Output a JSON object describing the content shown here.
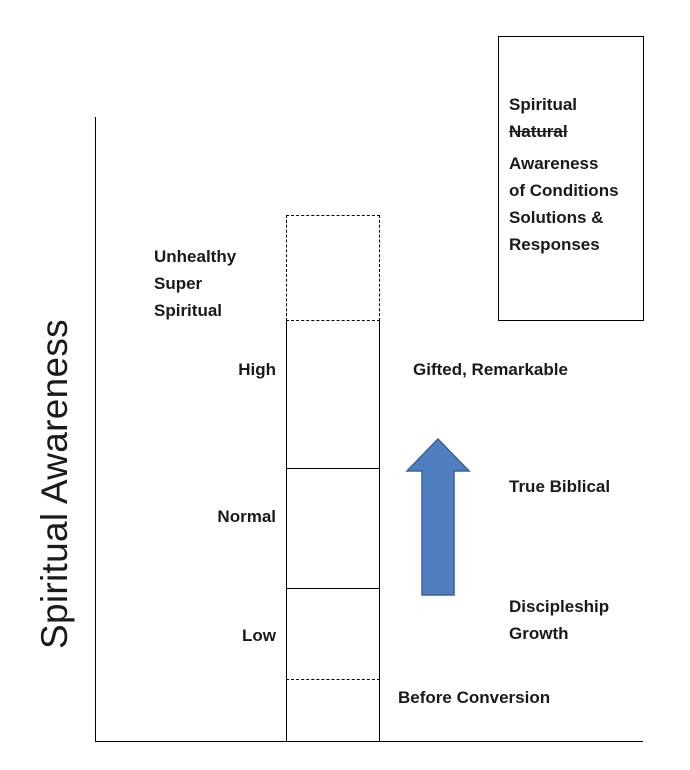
{
  "axis": {
    "y_title": "Spiritual Awareness"
  },
  "levels": {
    "unhealthy": [
      "Unhealthy",
      "Super",
      "Spiritual"
    ],
    "high": "High",
    "normal": "Normal",
    "low": "Low"
  },
  "descriptions": {
    "gifted": "Gifted, Remarkable",
    "true_biblical": "True Biblical",
    "discipleship": [
      "Discipleship",
      "Growth"
    ],
    "before_conversion": "Before Conversion"
  },
  "legend": {
    "line1": "Spiritual",
    "line2_struck": "Natural",
    "lines": [
      "Awareness",
      "of Conditions",
      "Solutions &",
      "Responses"
    ]
  },
  "colors": {
    "arrow_fill": "#4f7fc0",
    "arrow_stroke": "#3a629a"
  },
  "icons": {
    "arrow": "arrow-up-icon"
  }
}
